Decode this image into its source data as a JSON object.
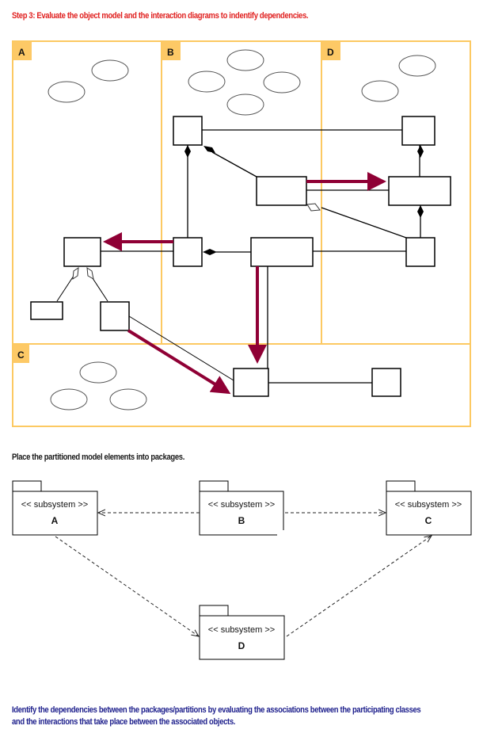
{
  "step_title": "Step 3:  Evaluate the object model and the interaction diagrams to indentify dependencies.",
  "place_instruction": "Place the partitioned model elements into packages.",
  "identify_instruction_line1": "Identify the dependencies between the packages/partitions by evaluating the associations between the participating classes",
  "identify_instruction_line2": "and the interactions that take place between the associated objects.",
  "partitions": [
    {
      "id": "A",
      "label": "A"
    },
    {
      "id": "B",
      "label": "B"
    },
    {
      "id": "C",
      "label": "C"
    },
    {
      "id": "D",
      "label": "D"
    }
  ],
  "packages": [
    {
      "id": "A",
      "stereotype": "<< subsystem >>",
      "name": "A"
    },
    {
      "id": "B",
      "stereotype": "<< subsystem >>",
      "name": "B"
    },
    {
      "id": "C",
      "stereotype": "<< subsystem >>",
      "name": "C"
    },
    {
      "id": "D",
      "stereotype": "<< subsystem >>",
      "name": "D"
    }
  ],
  "package_dependencies": [
    {
      "from": "B",
      "to": "A"
    },
    {
      "from": "B",
      "to": "C"
    },
    {
      "from": "A",
      "to": "D"
    },
    {
      "from": "D",
      "to": "C"
    }
  ],
  "colors": {
    "step_title": "#e0201f",
    "instruction_blue": "#1d1f8c",
    "partition_border": "#fcc962",
    "partition_tab": "#fdc966",
    "dependency_arrow": "#8f0035"
  }
}
